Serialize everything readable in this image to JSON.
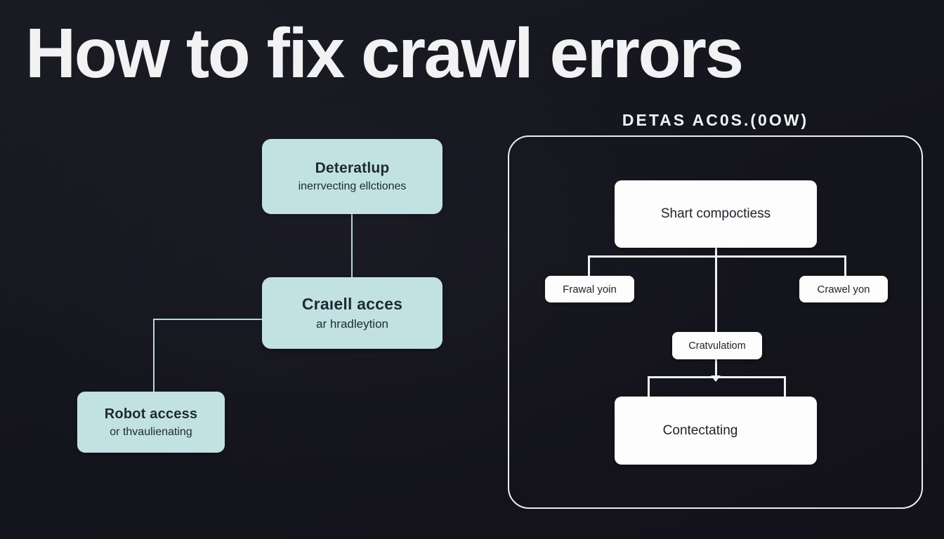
{
  "page": {
    "title": "How to fix crawl errors"
  },
  "left_flow": {
    "nodes": [
      {
        "id": "deteratlup",
        "title": "Deteratlup",
        "subtitle": "inerrvecting ellctiones"
      },
      {
        "id": "craiell",
        "title": "Craıell acces",
        "subtitle": "ar hradleytion"
      },
      {
        "id": "robot",
        "title": "Robot access",
        "subtitle": "or thvaulienating"
      }
    ]
  },
  "right_panel": {
    "heading": "DETAS AC0S.(0OW)",
    "nodes": {
      "top": "Shart compoctiess",
      "left_child": "Frawal yoin",
      "right_child": "Crawel yon",
      "middle": "Cratvulatiom",
      "bottom": "Contectating"
    }
  },
  "colors": {
    "background": "#15151d",
    "blue_box": "#c2e1e3",
    "blue_line": "#b6d8db",
    "white_box": "#fdfdfd",
    "white_line": "#f2f2f5",
    "panel_border": "#ececf2",
    "dark_text": "#1d2a33"
  }
}
